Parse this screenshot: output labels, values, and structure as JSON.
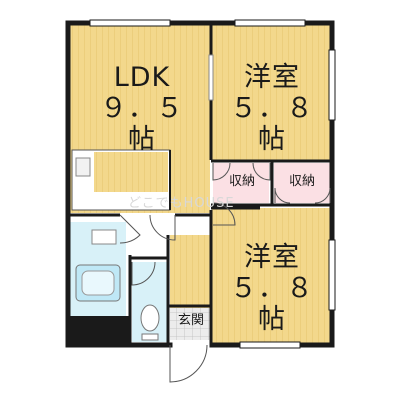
{
  "rooms": {
    "ldk": {
      "name": "LDK",
      "size": "９．５帖"
    },
    "western_top": {
      "name": "洋室",
      "size": "５．８帖"
    },
    "western_bottom": {
      "name": "洋室",
      "size": "５．８帖"
    },
    "storage_left": {
      "name": "収納"
    },
    "storage_right": {
      "name": "収納"
    },
    "entrance": {
      "name": "玄関"
    }
  },
  "watermark": "どこでもHOUSE",
  "colors": {
    "wall": "#1a1a1a",
    "floor": "#f3d88c",
    "wet_area": "#d8f1f8",
    "storage": "#fbe0e4",
    "entrance": "#e6e6e6"
  }
}
